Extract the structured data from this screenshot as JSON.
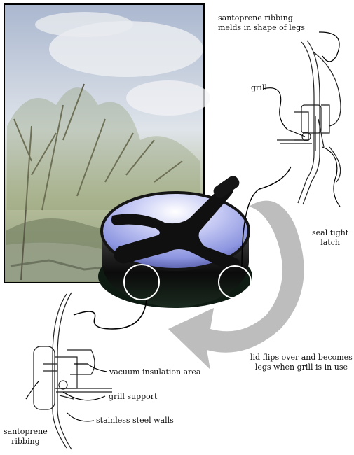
{
  "labels": {
    "santoprene_top": "santoprene ribbing\nmelds in shape of legs",
    "grill": "grill",
    "seal": "seal tight\nlatch",
    "lid_flips": "lid flips over and becomes\nlegs when grill is in use",
    "vacuum": "vacuum insulation area",
    "grill_support": "grill support",
    "stainless": "stainless steel walls",
    "santoprene_bottom": "santoprene\nribbing"
  },
  "colors": {
    "photo_sky": "#b9c6d8",
    "photo_frame": "#000000",
    "device_body": "#111111",
    "device_dome": "#8f98e6",
    "arrow": "#bdbdbd",
    "highlight_circle": "#ffffff"
  },
  "icons": {
    "photo": "landscape-photo",
    "device": "portable-grill-render",
    "arrow": "curved-flip-arrow"
  }
}
